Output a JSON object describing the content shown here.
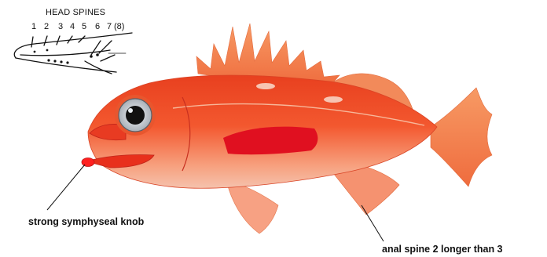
{
  "head_spines": {
    "title": "HEAD SPINES",
    "numbers": [
      "1",
      "2",
      "3",
      "4",
      "5",
      "6",
      "7",
      "(8)"
    ]
  },
  "annotations": {
    "knob": "strong symphyseal knob",
    "anal_spine": "anal spine 2 longer than 3"
  },
  "colors": {
    "fish_body": "#ee3b22",
    "fish_light": "#ff9f80",
    "fins": "#f07a4e",
    "eye_ring": "#c8cdd3",
    "eye_pupil": "#111111",
    "red_patch": "#e01020",
    "label_text": "#111111"
  }
}
